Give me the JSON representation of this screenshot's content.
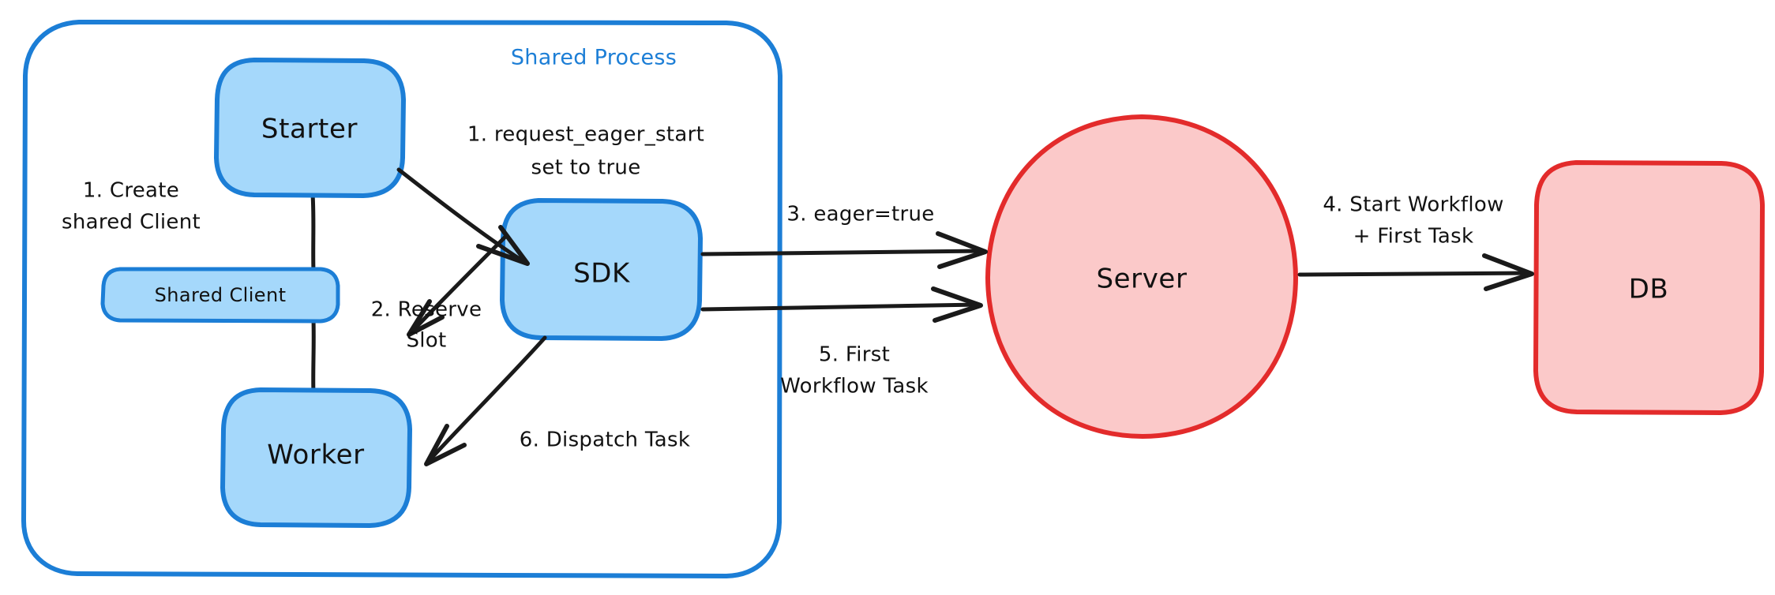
{
  "diagram": {
    "title": "Shared Process eager workflow start",
    "container": {
      "name": "shared-process",
      "label": "Shared Process",
      "border_color": "#1c7ed6"
    },
    "nodes": [
      {
        "id": "starter",
        "label": "Starter",
        "shape": "rounded-rect",
        "fill": "#a5d8fb",
        "stroke": "#1c7ed6"
      },
      {
        "id": "shared-client",
        "label": "Shared Client",
        "shape": "rounded-rect",
        "fill": "#a5d8fb",
        "stroke": "#1c7ed6"
      },
      {
        "id": "worker",
        "label": "Worker",
        "shape": "rounded-rect",
        "fill": "#a5d8fb",
        "stroke": "#1c7ed6"
      },
      {
        "id": "sdk",
        "label": "SDK",
        "shape": "rounded-rect",
        "fill": "#a5d8fb",
        "stroke": "#1c7ed6"
      },
      {
        "id": "server",
        "label": "Server",
        "shape": "ellipse",
        "fill": "#fbc9c9",
        "stroke": "#e32b2b"
      },
      {
        "id": "db",
        "label": "DB",
        "shape": "rounded-rect",
        "fill": "#fbc9c9",
        "stroke": "#e32b2b"
      }
    ],
    "edges": [
      {
        "id": "create-shared-client",
        "from": "starter",
        "to": "shared-client",
        "label_lines": [
          "1. Create",
          "shared Client"
        ],
        "arrow": false
      },
      {
        "id": "request-eager-start",
        "from": "starter",
        "to": "sdk",
        "label_lines": [
          "1. request_eager_start",
          "set to true"
        ],
        "arrow": true
      },
      {
        "id": "reserve-slot",
        "from": "sdk",
        "to": "worker",
        "label_lines": [
          "2. Reserve",
          "Slot"
        ],
        "arrow": true
      },
      {
        "id": "eager-true",
        "from": "sdk",
        "to": "server",
        "label_lines": [
          "3. eager=true"
        ],
        "arrow": true
      },
      {
        "id": "start-workflow-first-task",
        "from": "server",
        "to": "db",
        "label_lines": [
          "4. Start Workflow",
          "+ First Task"
        ],
        "arrow": true
      },
      {
        "id": "first-workflow-task",
        "from": "sdk",
        "to": "server",
        "label_lines": [
          "5. First",
          "Workflow Task"
        ],
        "arrow": true
      },
      {
        "id": "dispatch-task",
        "from": "sdk",
        "to": "worker",
        "label_lines": [
          "6. Dispatch Task"
        ],
        "arrow": true
      },
      {
        "id": "shared-client-to-worker",
        "from": "shared-client",
        "to": "worker",
        "label_lines": [],
        "arrow": false
      }
    ]
  }
}
